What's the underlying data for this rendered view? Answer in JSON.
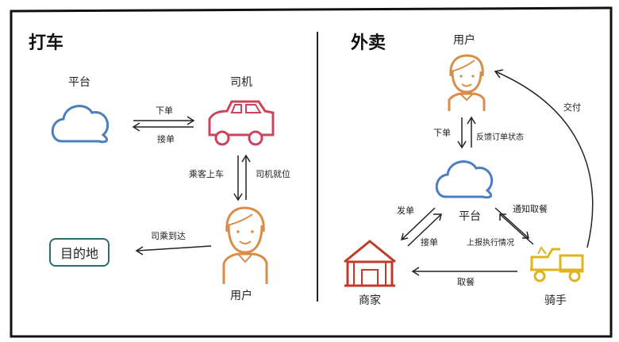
{
  "left_panel": {
    "title": "打车",
    "nodes": {
      "platform": "平台",
      "driver": "司机",
      "user": "用户",
      "destination": "目的地"
    },
    "edges": {
      "place_order": "下单",
      "accept_order": "接单",
      "passenger_boards": "乘客上车",
      "driver_ready": "司机就位",
      "ride_arrives": "司乘到达"
    }
  },
  "right_panel": {
    "title": "外卖",
    "nodes": {
      "user": "用户",
      "platform": "平台",
      "merchant": "商家",
      "rider": "骑手"
    },
    "edges": {
      "place_order": "下单",
      "feedback_status": "反馈订单状态",
      "deliver": "交付",
      "send_order": "发单",
      "accept_order": "接单",
      "notify_pickup": "通知取餐",
      "report_progress": "上报执行情况",
      "pickup": "取餐"
    }
  },
  "colors": {
    "cloud": "#4a7fc1",
    "car": "#c9465a",
    "person": "#d88e4a",
    "building": "#c0392b",
    "scooter": "#e0b41a",
    "destination_border": "#2f6b6a",
    "line": "#222222"
  }
}
